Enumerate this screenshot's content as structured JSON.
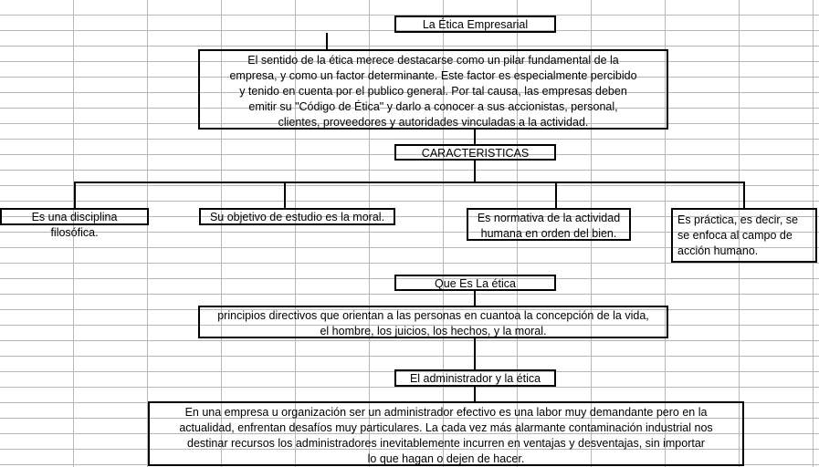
{
  "document": {
    "kind": "concept-map",
    "title": "La Ética Empresarial",
    "background_color": "#ffffff",
    "grid_line_color": "#b7b7b7",
    "box_border_color": "#000000",
    "text_color": "#000000"
  },
  "nodes": {
    "title_box": {
      "label": "La Ética Empresarial"
    },
    "intro_paragraph": {
      "label": "El sentido de la ética merece destacarse como un pilar fundamental de la\nempresa, y como un factor determinante. Este factor es especialmente percibido\ny tenido en cuenta por el publico general. Por tal causa, las empresas deben\nemitir su \"Código de Ética\" y darlo a conocer a sus accionistas, personal,\nclientes, proveedores y autoridades vinculadas a la actividad."
    },
    "caracteristicas_header": {
      "label": "CARACTERISTICAS"
    },
    "caracteristica_1": {
      "label": "Es una disciplina filosófica."
    },
    "caracteristica_2": {
      "label": "Su objetivo de estudio es la moral."
    },
    "caracteristica_3": {
      "label": "Es normativa de la actividad\nhumana en orden del bien."
    },
    "caracteristica_4": {
      "label": "Es práctica, es decir, se\nse enfoca al campo de\nacción humano."
    },
    "que_es_header": {
      "label": "Que Es La ética"
    },
    "que_es_paragraph": {
      "label": "principios directivos que orientan a las personas en cuantoa la concepción de la vida,\nel hombre, los juicios, los hechos, y la moral."
    },
    "administrador_header": {
      "label": "El administrador y la ética"
    },
    "administrador_paragraph": {
      "label": "En una empresa u organización ser un administrador efectivo es una labor muy demandante pero en la\nactualidad, enfrentan desafíos muy particulares. La cada vez más alarmante contaminación industrial nos\ndestinar recursos los administradores inevitablemente incurren en ventajas y desventajas, sin importar\nlo que hagan o dejen de hacer."
    }
  }
}
